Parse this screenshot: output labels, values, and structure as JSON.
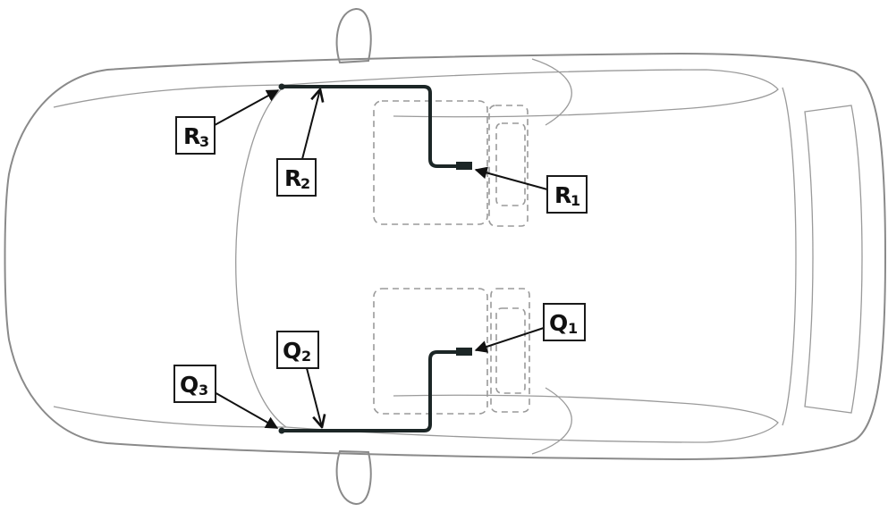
{
  "diagram": {
    "colors": {
      "car_outline": "#8a8a8a",
      "belt": "#1c2626",
      "label_border": "#1a1a1a",
      "text": "#111111"
    },
    "labels": {
      "r1": {
        "main": "R",
        "sub": "1"
      },
      "r2": {
        "main": "R",
        "sub": "2"
      },
      "r3": {
        "main": "R",
        "sub": "3"
      },
      "q1": {
        "main": "Q",
        "sub": "1"
      },
      "q2": {
        "main": "Q",
        "sub": "2"
      },
      "q3": {
        "main": "Q",
        "sub": "3"
      }
    }
  }
}
